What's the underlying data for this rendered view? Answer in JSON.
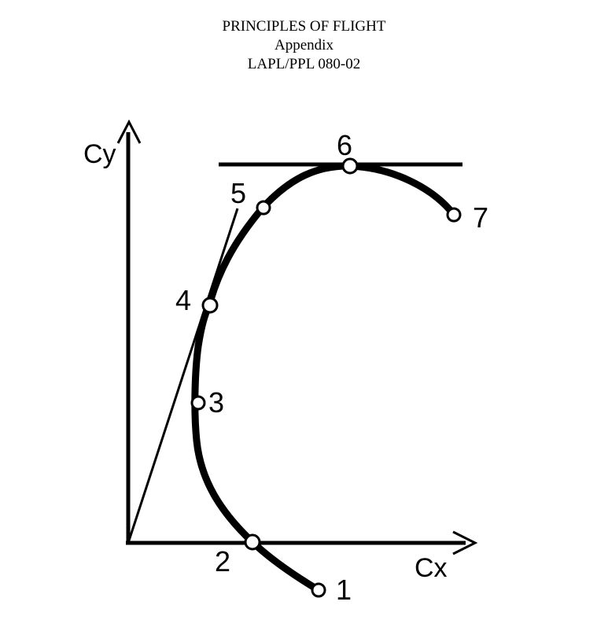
{
  "header": {
    "title": "PRINCIPLES OF FLIGHT",
    "subtitle": "Appendix",
    "code": "LAPL/PPL 080-02"
  },
  "diagram": {
    "y_axis_label": "Cy",
    "x_axis_label": "Cx",
    "curve_color": "#000000",
    "points": [
      {
        "label": "1"
      },
      {
        "label": "2"
      },
      {
        "label": "3"
      },
      {
        "label": "4"
      },
      {
        "label": "5"
      },
      {
        "label": "6"
      },
      {
        "label": "7"
      }
    ]
  }
}
